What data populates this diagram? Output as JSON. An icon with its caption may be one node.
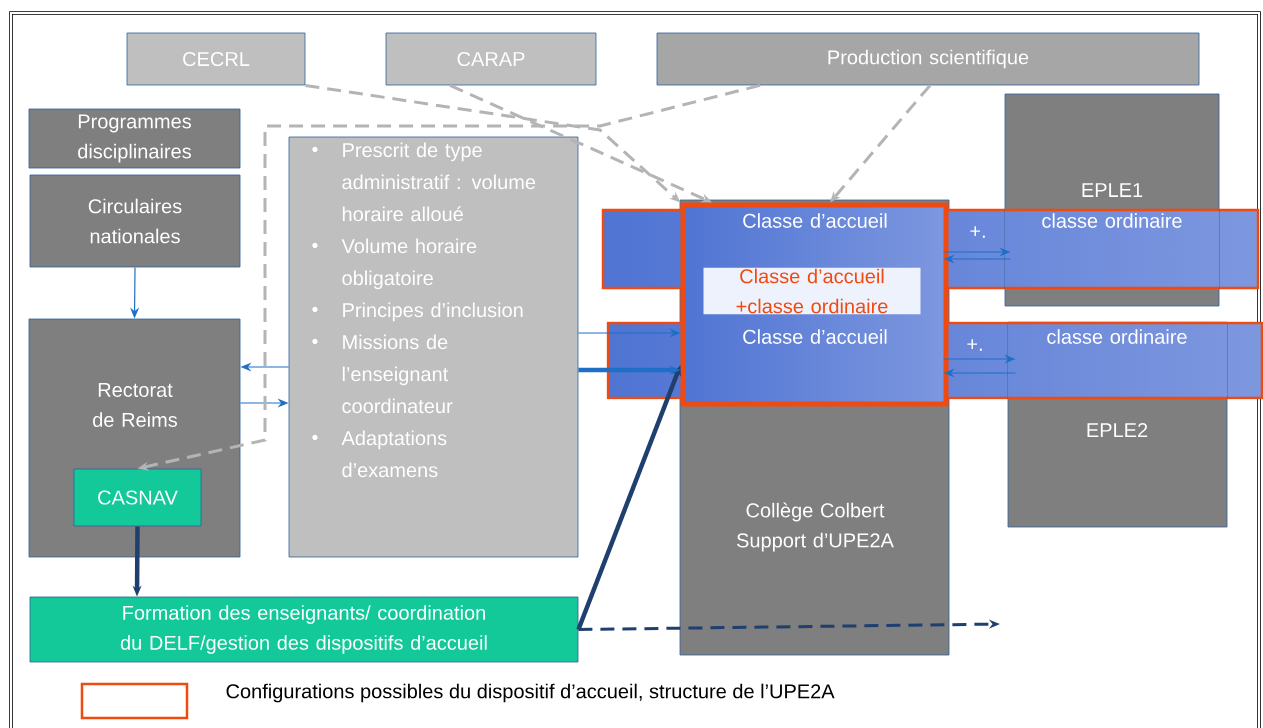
{
  "diagram": {
    "nodes": [
      {
        "text": [
          "CECRL"
        ]
      },
      {
        "text": [
          "CARAP"
        ]
      },
      {
        "text": [
          "Production scientifique"
        ]
      },
      {
        "text": [
          "Programmes disciplinaires"
        ]
      },
      {
        "text": [
          "Circulaires nationales"
        ]
      },
      {
        "text": [
          "Rectorat de Reims"
        ]
      },
      {
        "text": [
          "CASNAV"
        ],
        "in": 5
      },
      {
        "text": [
          "Prescrit de type administratif : volume horaire alloué",
          "Volume horaire obligatoire",
          "Principes d’inclusion",
          "Missions de l’enseignant coordinateur",
          "Adaptations d’examens"
        ]
      },
      {
        "text": [
          "EPLE1"
        ]
      },
      {
        "text": [
          "EPLE2"
        ]
      },
      {
        "text": [
          "Collège Colbert Support d’UPE2A"
        ]
      },
      {
        "text": [
          "Classe d’accueil +classe ordinaire"
        ],
        "in": 10
      },
      {
        "text": [
          "Classe d’accueil"
        ],
        "in": 11
      },
      {
        "text": [
          "classe ordinaire"
        ],
        "in": 8
      },
      {
        "text": [
          "Classe d’accueil"
        ],
        "in": 11
      },
      {
        "text": [
          "classe ordinaire"
        ],
        "in": 9
      },
      {
        "text": [
          "Formation des enseignants/ coordination du DELF/gestion des dispositifs d’accueil"
        ]
      }
    ],
    "edges": [
      {
        "from": 4,
        "to": 5,
        "arrow": "to"
      },
      {
        "from": 7,
        "to": 5,
        "arrow": "to"
      },
      {
        "from": 5,
        "to": 7,
        "arrow": "to"
      },
      {
        "from": 6,
        "to": 16,
        "arrow": "to",
        "style": "thick",
        "color": "#1f3f6e"
      },
      {
        "from": 16,
        "to": 11,
        "arrow": "to",
        "style": "thick",
        "color": "#1f3f6e"
      },
      {
        "from": 16,
        "to": null,
        "arrow": "to",
        "style": "dashed",
        "color": "#1f3f6e"
      },
      {
        "from": 7,
        "to": 11,
        "arrow": "to"
      },
      {
        "from": 7,
        "to": 11,
        "arrow": "to",
        "style": "thick"
      },
      {
        "from": 12,
        "to": 13,
        "arrow": "to",
        "label": "+."
      },
      {
        "from": 13,
        "to": 12,
        "arrow": "to"
      },
      {
        "from": 14,
        "to": 15,
        "arrow": "to",
        "label": "+."
      },
      {
        "from": 15,
        "to": 14,
        "arrow": "to"
      },
      {
        "from": 0,
        "to": 11,
        "arrow": "to",
        "style": "dashed",
        "color": "#b4b4b4"
      },
      {
        "from": 1,
        "to": 11,
        "arrow": "to",
        "style": "dashed",
        "color": "#b4b4b4"
      },
      {
        "from": 2,
        "to": 11,
        "arrow": "to",
        "style": "dashed",
        "color": "#b4b4b4"
      },
      {
        "from": 2,
        "to": 6,
        "arrow": "to",
        "style": "dashed",
        "color": "#b4b4b4"
      }
    ],
    "legend": [
      {
        "text": "Configurations possibles du dispositif d’accueil, structure de l’UPE2A"
      }
    ]
  }
}
